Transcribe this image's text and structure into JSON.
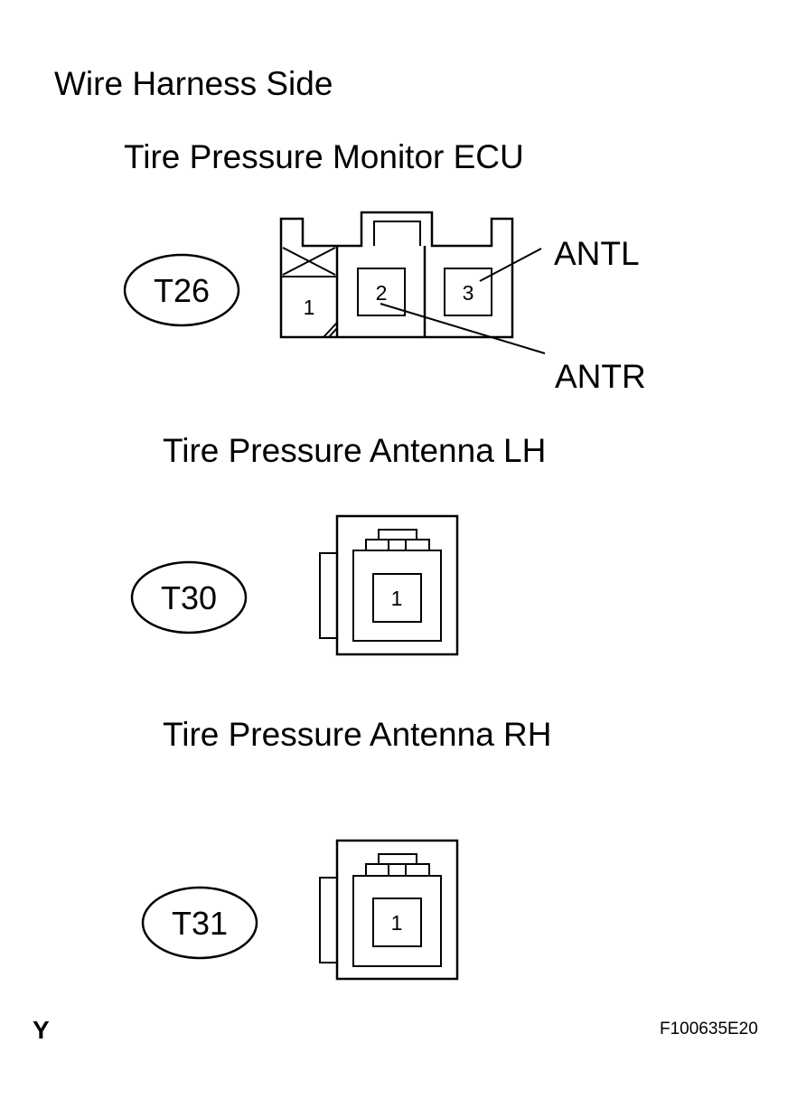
{
  "heading": "Wire Harness Side",
  "ecu": {
    "title": "Tire Pressure Monitor ECU",
    "code": "T26",
    "pins": [
      "1",
      "2",
      "3"
    ],
    "labels": {
      "antl": "ANTL",
      "antr": "ANTR"
    }
  },
  "antenna_lh": {
    "title": "Tire Pressure Antenna LH",
    "code": "T30",
    "pin": "1"
  },
  "antenna_rh": {
    "title": "Tire Pressure Antenna RH",
    "code": "T31",
    "pin": "1"
  },
  "corner_mark": "Y",
  "figure_id": "F100635E20"
}
